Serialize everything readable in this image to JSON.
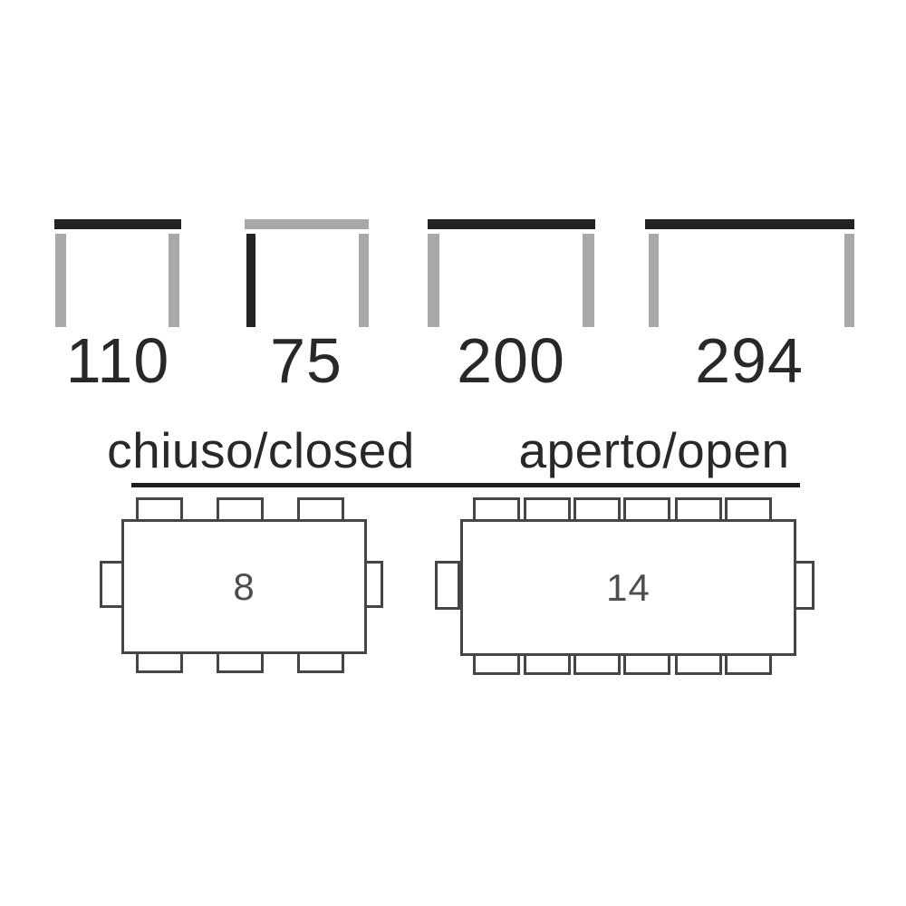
{
  "dimensions": {
    "values": [
      {
        "label": "110",
        "top_color": "#232323",
        "left_leg_color": "#a8a8a8",
        "right_leg_color": "#a8a8a8"
      },
      {
        "label": "75",
        "top_color": "#a8a8a8",
        "left_leg_color": "#232323",
        "right_leg_color": "#a8a8a8"
      },
      {
        "label": "200",
        "top_color": "#232323",
        "left_leg_color": "#a8a8a8",
        "right_leg_color": "#a8a8a8"
      },
      {
        "label": "294",
        "top_color": "#232323",
        "left_leg_color": "#a8a8a8",
        "right_leg_color": "#a8a8a8"
      }
    ]
  },
  "views": {
    "closed": {
      "heading": "chiuso/closed",
      "seats": "8"
    },
    "open": {
      "heading": "aperto/open",
      "seats": "14"
    }
  },
  "colors": {
    "tabletop_dark": "#232323",
    "leg_gray": "#a8a8a8",
    "outline_gray": "#454545",
    "text_dark": "#28282a",
    "seat_text": "#4d4d4d",
    "rule_dark": "#1d1d1d",
    "background": "#ffffff"
  }
}
